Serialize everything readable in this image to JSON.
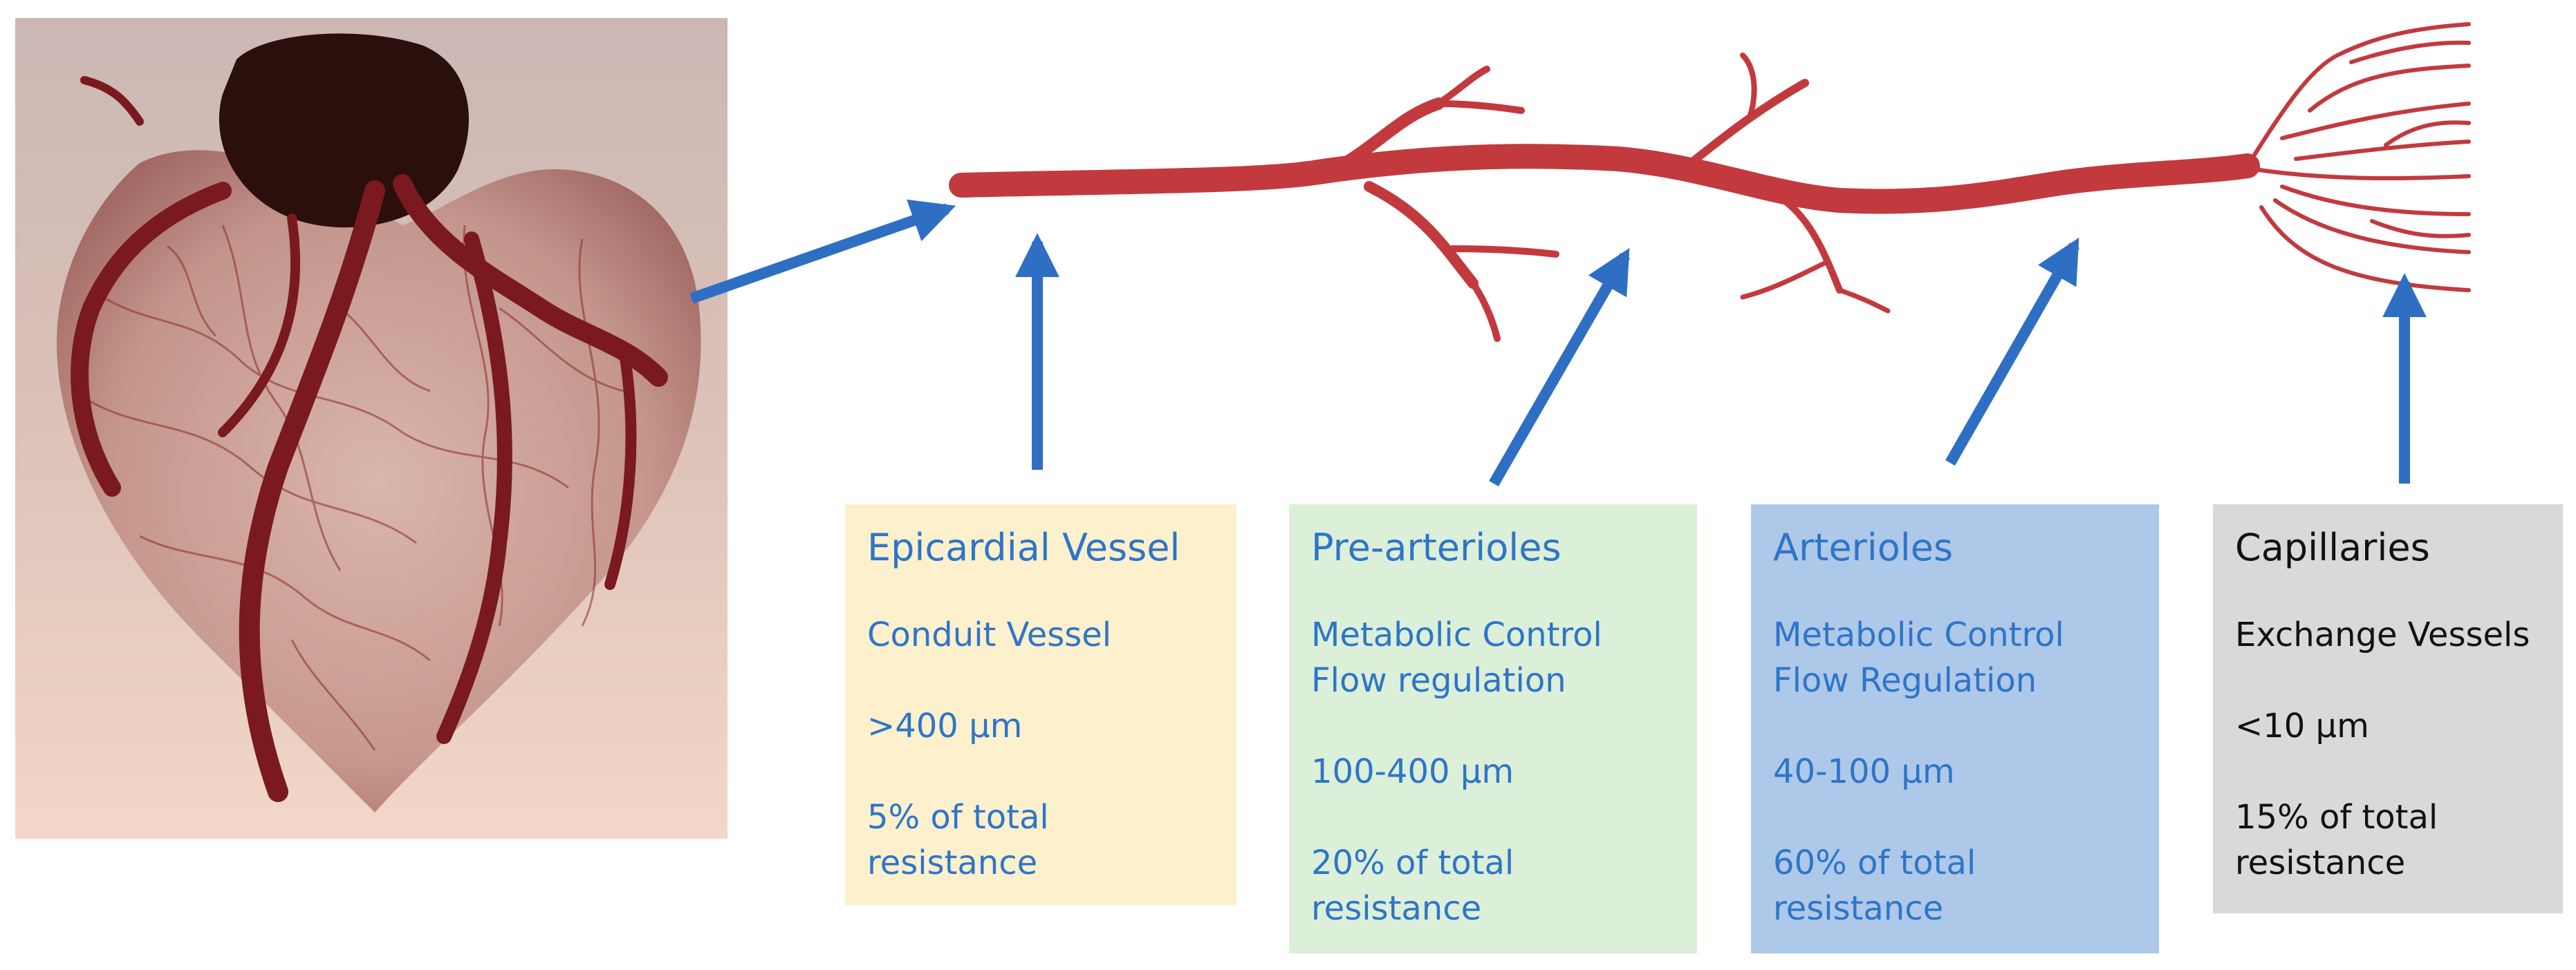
{
  "colors": {
    "vessel": "#c23a3e",
    "arrow": "#2e6fc4",
    "epicardial_bg": "#fdf0cd",
    "pre_arterioles_bg": "#dcefd9",
    "arterioles_bg": "#aec8e9",
    "capillaries_bg": "#d9d9d9",
    "accent_text": "#2e75c8"
  },
  "heart_photo": {
    "icon": "coronary-cast-heart-photo"
  },
  "boxes": {
    "epicardial": {
      "title": "Epicardial Vessel",
      "desc": "Conduit Vessel",
      "size": " >400 μm",
      "resistance": "5% of total\n resistance"
    },
    "pre_arterioles": {
      "title": "Pre-arterioles",
      "desc": "Metabolic Control\nFlow regulation",
      "size": "100-400 μm",
      "resistance": "20% of total\nresistance"
    },
    "arterioles": {
      "title": "Arterioles",
      "desc": "Metabolic Control\nFlow Regulation",
      "size": "40-100 μm",
      "resistance": "60% of total\nresistance"
    },
    "capillaries": {
      "title": "Capillaries",
      "desc": "Exchange Vessels",
      "size": "<10 μm",
      "resistance": "15% of total\nresistance"
    }
  }
}
